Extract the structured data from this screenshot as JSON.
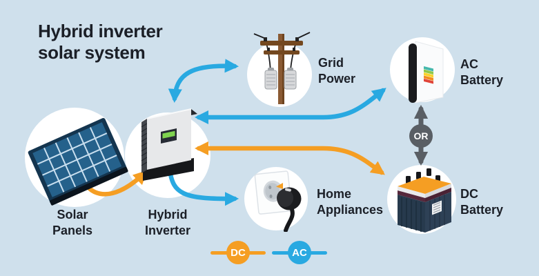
{
  "title": {
    "text": "Hybrid inverter\nsolar system"
  },
  "nodes": {
    "solar_panels": {
      "label": "Solar\nPanels",
      "icon": "solar-panel-icon"
    },
    "hybrid_inverter": {
      "label": "Hybrid\nInverter",
      "icon": "inverter-icon"
    },
    "grid_power": {
      "label": "Grid\nPower",
      "icon": "utility-pole-transformer-icon"
    },
    "home_appliances": {
      "label": "Home\nAppliances",
      "icon": "wall-socket-plug-icon"
    },
    "ac_battery": {
      "label": "AC\nBattery",
      "icon": "wall-battery-icon"
    },
    "dc_battery": {
      "label": "DC\nBattery",
      "icon": "lead-acid-battery-icon"
    }
  },
  "or_badge": {
    "label": "OR"
  },
  "legend": {
    "dc": {
      "label": "DC",
      "color": "#f59e23"
    },
    "ac": {
      "label": "AC",
      "color": "#29a9e1"
    }
  },
  "connections": [
    {
      "from": "hybrid_inverter",
      "to": "grid_power",
      "type": "AC",
      "bidirectional": true
    },
    {
      "from": "hybrid_inverter",
      "to": "ac_battery",
      "type": "AC",
      "bidirectional": true
    },
    {
      "from": "hybrid_inverter",
      "to": "dc_battery",
      "type": "DC",
      "bidirectional": true
    },
    {
      "from": "solar_panels",
      "to": "hybrid_inverter",
      "type": "DC",
      "bidirectional": false
    },
    {
      "from": "hybrid_inverter",
      "to": "home_appliances",
      "type": "AC",
      "bidirectional": false
    },
    {
      "from": "ac_battery",
      "to": "dc_battery",
      "type": "OR-alternative",
      "bidirectional": true
    }
  ],
  "colors": {
    "bg": "#cfe0ec",
    "ac-blue": "#29a9e1",
    "dc-orange": "#f59e23",
    "gray-connector": "#595e64",
    "text": "#1b1f27",
    "circle-fill": "#ffffff"
  }
}
